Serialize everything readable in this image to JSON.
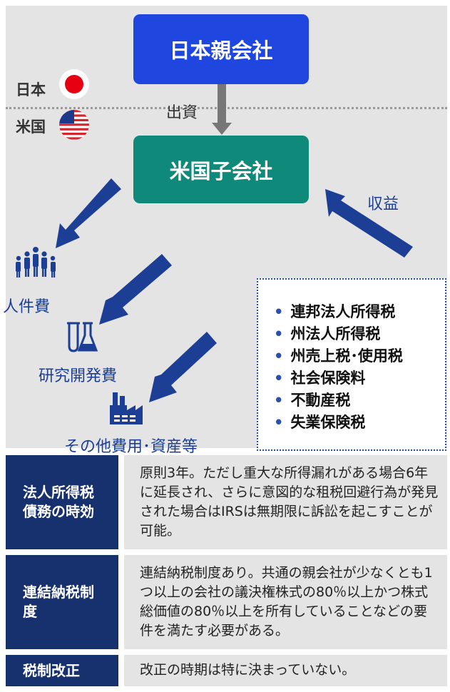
{
  "diagram": {
    "parent_company": "日本親会社",
    "subsidiary": "米国子会社",
    "country_japan": "日本",
    "country_us": "米国",
    "investment_label": "出資",
    "revenue_label": "収益",
    "cost_personnel": "人件費",
    "cost_rnd": "研究開発費",
    "cost_other": "その他費用･資産等",
    "taxes": [
      "連邦法人所得税",
      "州法人所得税",
      "州売上税･使用税",
      "社会保険料",
      "不動産税",
      "失業保険税"
    ],
    "colors": {
      "parent": "#1f47e0",
      "subsidiary": "#0f8a7a",
      "arrow": "#1c3f95",
      "header": "#17306e"
    },
    "icons": [
      "japan-flag-icon",
      "us-flag-icon",
      "people-icon",
      "lab-flask-icon",
      "factory-icon"
    ]
  },
  "table": [
    {
      "head": "法人所得税債務の時効",
      "body": "原則3年。ただし重大な所得漏れがある場合6年に延長され、さらに意図的な租税回避行為が発見された場合はIRSは無期限に訴訟を起こすことが可能。"
    },
    {
      "head": "連結納税制度",
      "body": "連結納税制度あり。共通の親会社が少なくとも1つ以上の会社の議決権株式の80％以上かつ株式総価値の80％以上を所有していることなどの要件を満たす必要がある。"
    },
    {
      "head": "税制改正",
      "body": "改正の時期は特に決まっていない。"
    }
  ]
}
